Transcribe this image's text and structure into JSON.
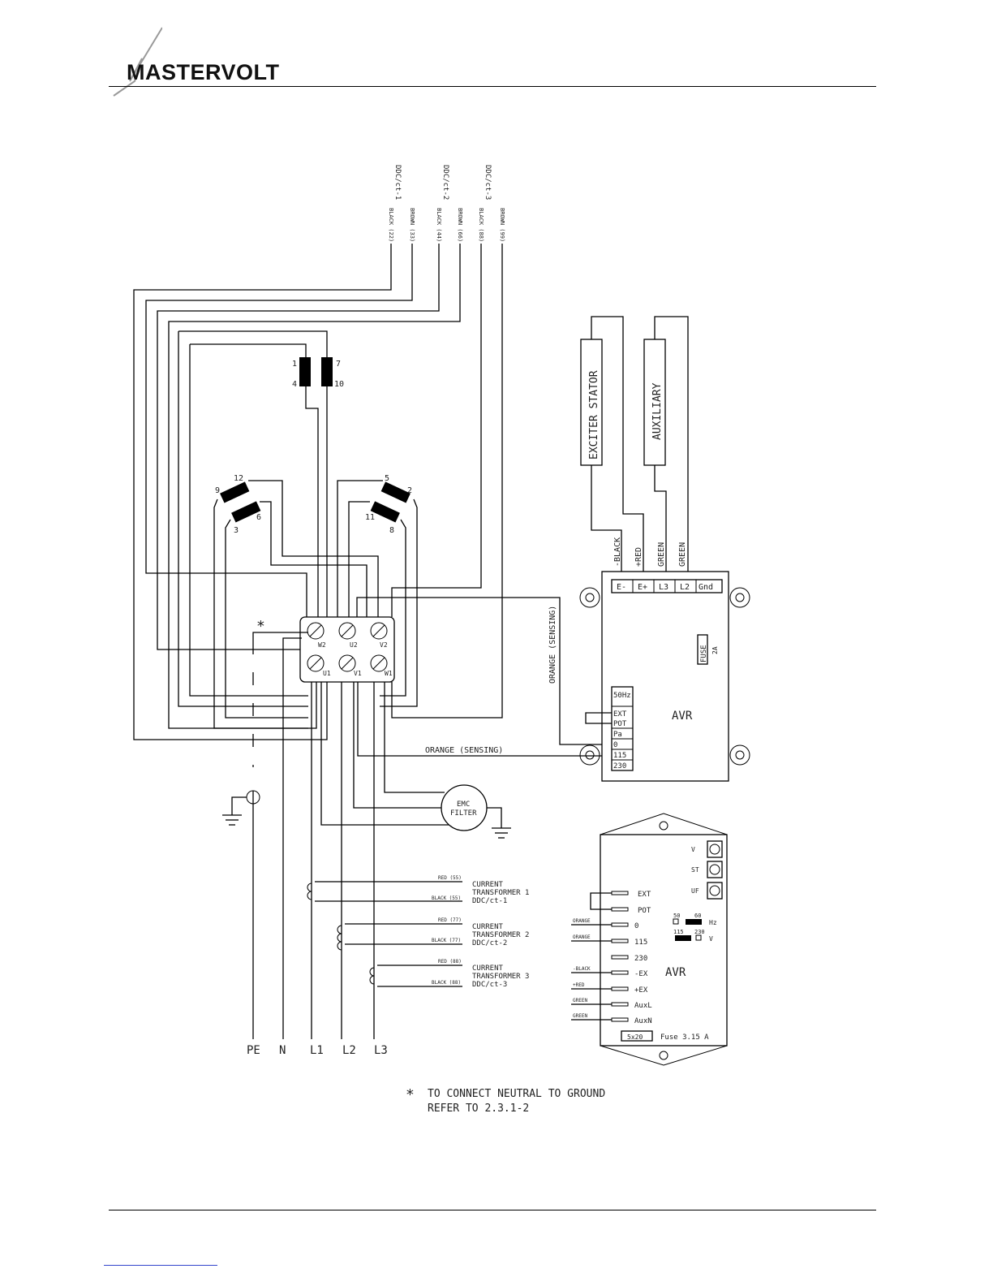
{
  "header": {
    "logo_text": "MASTERVOLT"
  },
  "diagram": {
    "incoming_cables": [
      {
        "group": "DDC/ct-1",
        "wires": [
          "BLACK (22)",
          "BROWN (33)"
        ]
      },
      {
        "group": "DDC/ct-2",
        "wires": [
          "BLACK (44)",
          "BROWN (66)"
        ]
      },
      {
        "group": "DDC/ct-3",
        "wires": [
          "BLACK (88)",
          "BROWN (99)"
        ]
      }
    ],
    "winding_pin_labels": {
      "top_left": [
        "1",
        "4"
      ],
      "top_right": [
        "7",
        "10"
      ],
      "left_a": [
        "12",
        "9"
      ],
      "left_b": [
        "3",
        "6"
      ],
      "right_a": [
        "5",
        "2"
      ],
      "right_b": [
        "11",
        "8"
      ]
    },
    "terminal_labels": {
      "top_row": [
        "W2",
        "U2",
        "V2"
      ],
      "bottom_row": [
        "U1",
        "V1",
        "W1"
      ]
    },
    "exciter_label": "EXCITER STATOR",
    "auxiliary_label": "AUXILIARY",
    "exciter_wire_labels": [
      "-BLACK",
      "+RED",
      "GREEN",
      "GREEN"
    ],
    "avr_top": {
      "title": "AVR",
      "top_terminals": [
        "E-",
        "E+",
        "L3",
        "L2",
        "Gnd"
      ],
      "left_terminals": [
        "50Hz",
        "EXT",
        "POT",
        "Pa",
        "0",
        "115",
        "230"
      ],
      "fuse_label": "FUSE",
      "fuse_value": "2A"
    },
    "sensing_label_vertical": "ORANGE (SENSING)",
    "sensing_label_horizontal": "ORANGE (SENSING)",
    "emc_filter": [
      "EMC",
      "FILTER"
    ],
    "asterisk": "*",
    "output_labels": [
      "PE",
      "N",
      "L1",
      "L2",
      "L3"
    ],
    "current_transformers": [
      {
        "wire_top": "RED (55)",
        "title": [
          "CURRENT",
          "TRANSFORMER 1",
          "DDC/ct-1"
        ],
        "wire_bottom": "BLACK (55)"
      },
      {
        "wire_top": "RED (77)",
        "title": [
          "CURRENT",
          "TRANSFORMER 2",
          "DDC/ct-2"
        ],
        "wire_bottom": "BLACK (77)"
      },
      {
        "wire_top": "RED (88)",
        "title": [
          "CURRENT",
          "TRANSFORMER 3",
          "DDC/ct-3"
        ],
        "wire_bottom": "BLACK (88)"
      }
    ],
    "avr_bottom": {
      "title": "AVR",
      "pots": [
        "V",
        "ST",
        "UF"
      ],
      "terminals": [
        "EXT",
        "POT",
        "0",
        "115",
        "230",
        "-EX",
        "+EX",
        "AuxL",
        "AuxN"
      ],
      "left_wires": [
        "",
        "",
        "ORANGE",
        "ORANGE",
        "",
        "-BLACK",
        "+RED",
        "GREEN",
        "GREEN"
      ],
      "jumper_hz": [
        "50",
        "60",
        "Hz"
      ],
      "jumper_v": [
        "115",
        "230",
        "V"
      ],
      "fuse_size": "5x20",
      "fuse_text": "Fuse 3.15 A"
    },
    "note": {
      "line1": "TO CONNECT NEUTRAL TO GROUND",
      "line2": "REFER TO 2.3.1-2"
    }
  }
}
